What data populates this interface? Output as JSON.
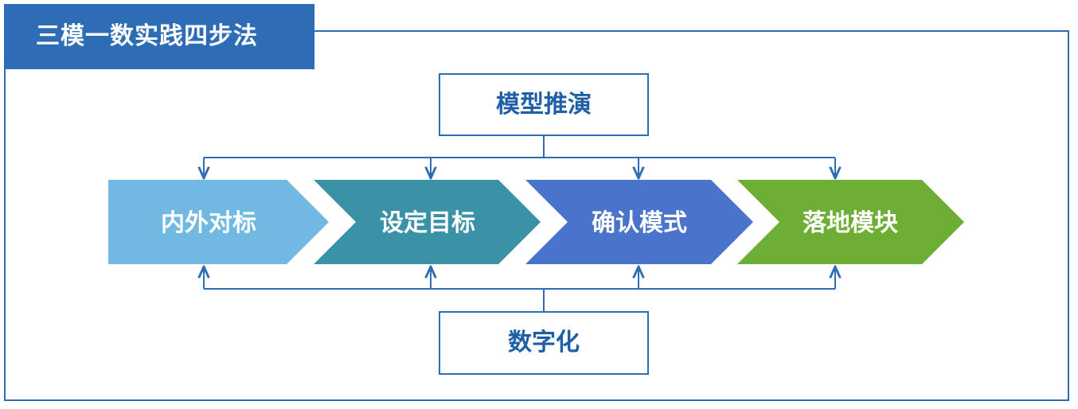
{
  "title": "三模一数实践四步法",
  "top_box": {
    "label": "模型推演"
  },
  "bottom_box": {
    "label": "数字化"
  },
  "steps": [
    {
      "label": "内外对标",
      "color": "#71b8e2"
    },
    {
      "label": "设定目标",
      "color": "#3b92a6"
    },
    {
      "label": "确认模式",
      "color": "#4a73cc"
    },
    {
      "label": "落地模块",
      "color": "#6fae34"
    }
  ],
  "colors": {
    "frame": "#2e6cb5",
    "connector": "#2e6cb5",
    "box_text": "#1f5fa6"
  }
}
